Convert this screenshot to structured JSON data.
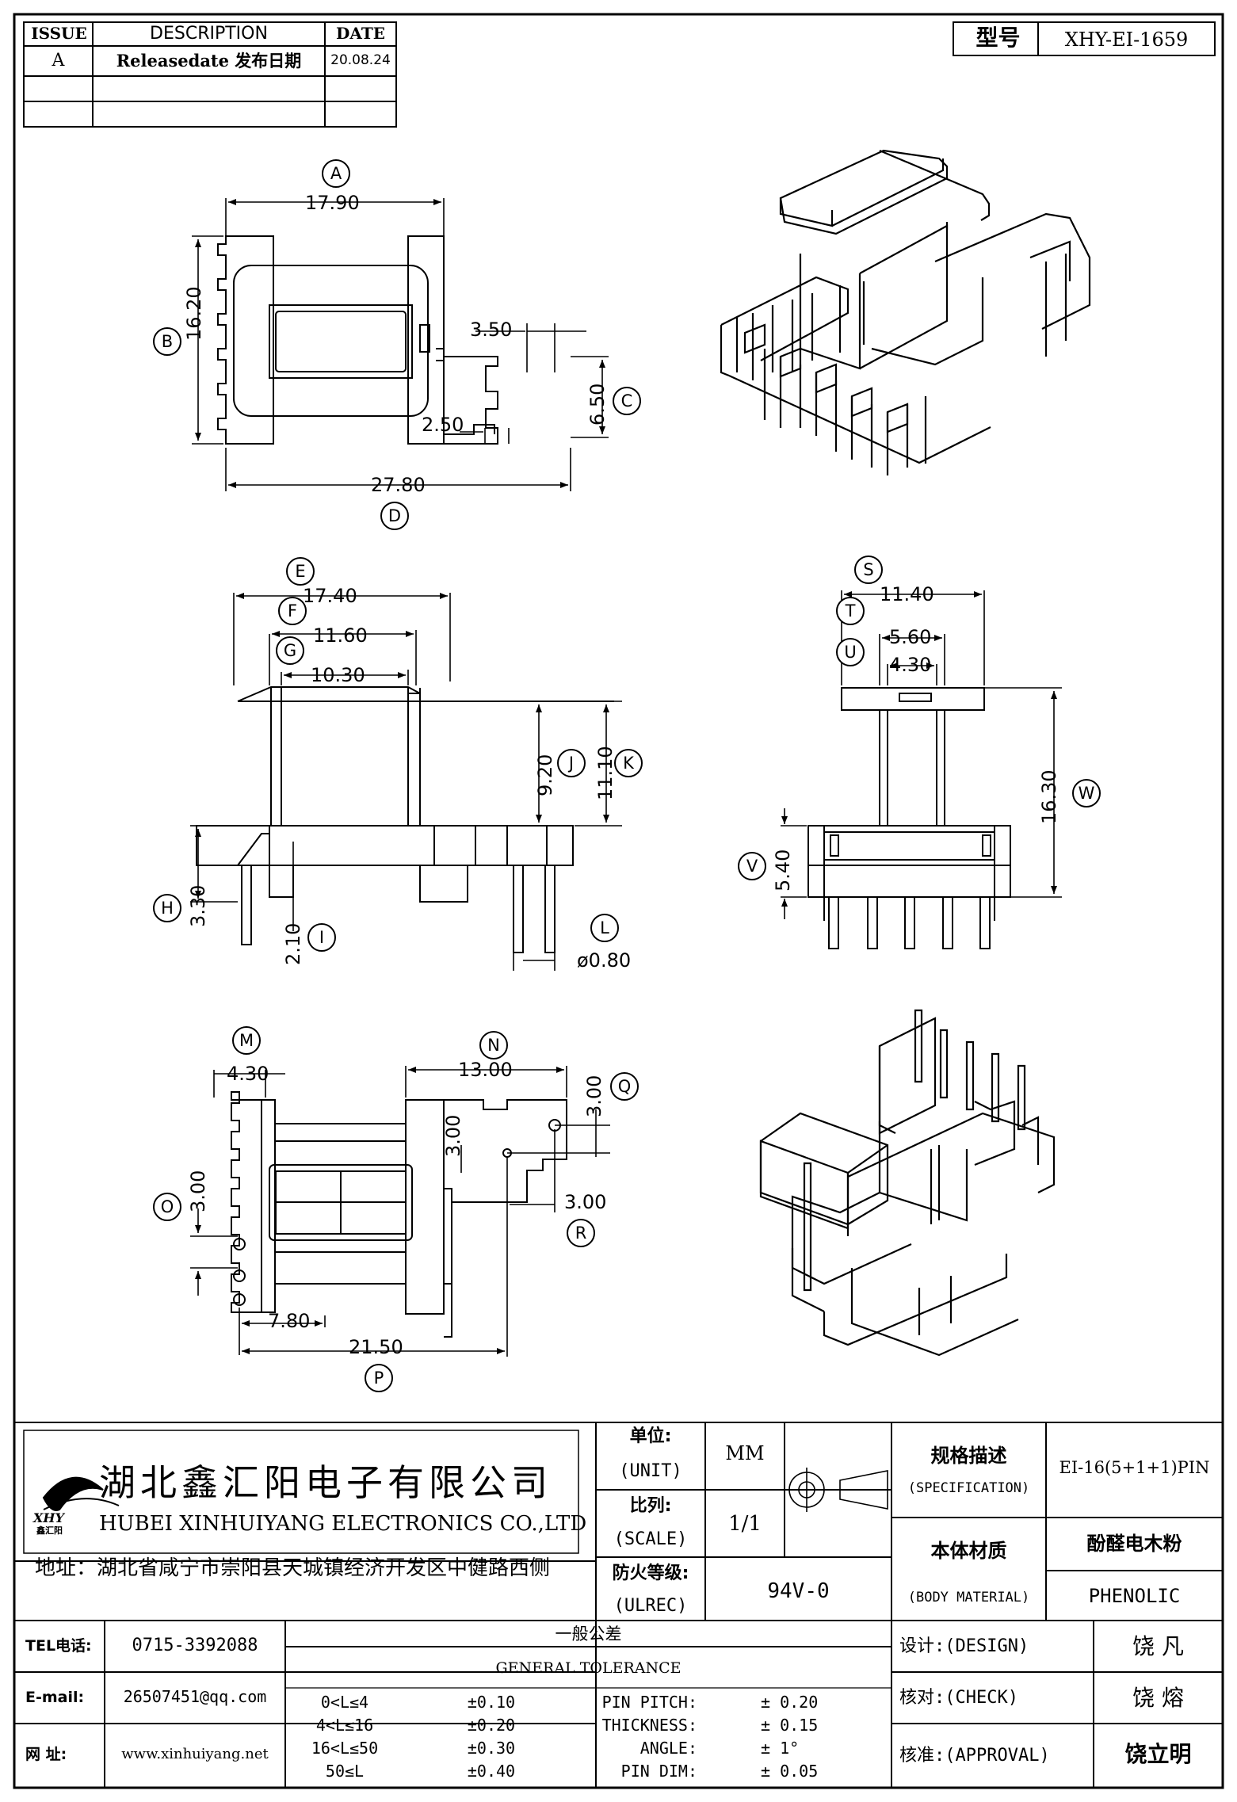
{
  "revision_table": {
    "headers": {
      "issue": "ISSUE",
      "description": "DESCRIPTION",
      "date": "DATE"
    },
    "rows": [
      {
        "issue": "A",
        "description": "Releasedate 发布日期",
        "date": "20.08.24"
      }
    ]
  },
  "model_box": {
    "label": "型号",
    "value": "XHY-EI-1659"
  },
  "dimensions": {
    "A": "17.90",
    "B": "16.20",
    "C": "6.50",
    "D": "27.80",
    "slot_350": "3.50",
    "slot_250": "2.50",
    "E": "17.40",
    "F": "11.60",
    "G": "10.30",
    "H": "3.30",
    "I": "2.10",
    "J": "9.20",
    "K": "11.10",
    "L": "ø0.80",
    "S": "11.40",
    "T": "5.60",
    "U": "4.30",
    "V": "5.40",
    "W": "16.30",
    "M": "4.30",
    "N": "13.00",
    "O": "3.00",
    "P": "21.50",
    "Q": "3.00",
    "R": "3.00",
    "q_inner": "3.00",
    "p_780": "7.80"
  },
  "callouts": [
    "A",
    "B",
    "C",
    "D",
    "E",
    "F",
    "G",
    "H",
    "I",
    "J",
    "K",
    "L",
    "S",
    "T",
    "U",
    "V",
    "W",
    "M",
    "N",
    "O",
    "P",
    "Q",
    "R"
  ],
  "title_block": {
    "company_cn": "湖北鑫汇阳电子有限公司",
    "company_en": "HUBEI XINHUIYANG ELECTRONICS CO.,LTD",
    "logo_text": "XHY",
    "logo_sub": "鑫汇阳",
    "address": "地址：湖北省咸宁市崇阳县天城镇经济开发区中健路西侧",
    "unit_label": "单位:",
    "unit_label_en": "(UNIT)",
    "unit_value": "MM",
    "scale_label": "比列:",
    "scale_label_en": "(SCALE)",
    "scale_value": "1/1",
    "ul_label": "防火等级:",
    "ul_label_en": "(ULREC)",
    "ul_value": "94V-0",
    "spec_label": "规格描述",
    "spec_label_en": "(SPECIFICATION)",
    "spec_value": "EI-16(5+1+1)PIN",
    "material_label": "本体材质",
    "material_label_en": "(BODY MATERIAL)",
    "material_value_cn": "酚醛电木粉",
    "material_value_en": "PHENOLIC",
    "tel_label": "TEL电话:",
    "tel_value": "0715-3392088",
    "email_label": "E-mail:",
    "email_value": "26507451@qq.com",
    "web_label": "网  址:",
    "web_value": "www.xinhuiyang.net",
    "tol_title_cn": "一般公差",
    "tol_title_en": "GENERAL TOLERANCE",
    "tol_rows": [
      {
        "range": "0<L≤4",
        "tol": "±0.10",
        "item": "PIN PITCH:",
        "val": "± 0.20"
      },
      {
        "range": "4<L≤16",
        "tol": "±0.20",
        "item": "THICKNESS:",
        "val": "± 0.15"
      },
      {
        "range": "16<L≤50",
        "tol": "±0.30",
        "item": "ANGLE:",
        "val": "± 1°"
      },
      {
        "range": "50≤L",
        "tol": "±0.40",
        "item": "PIN DIM:",
        "val": "± 0.05"
      }
    ],
    "design_label": "设计:(DESIGN)",
    "design_name": "饶  凡",
    "check_label": "核对:(CHECK)",
    "check_name": "饶  熔",
    "approval_label": "核准:(APPROVAL)",
    "approval_name": "饶立明"
  },
  "colors": {
    "ink": "#000000",
    "paper": "#ffffff"
  }
}
